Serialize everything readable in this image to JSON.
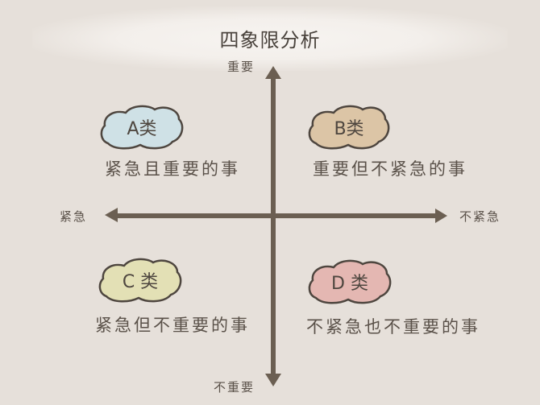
{
  "title": "四象限分析",
  "axes": {
    "top": "重要",
    "bottom": "不重要",
    "left": "紧急",
    "right": "不紧急"
  },
  "quadrants": [
    {
      "id": "A",
      "label": "A类",
      "description": "紧急且重要的事",
      "color": "#cfe1e6"
    },
    {
      "id": "B",
      "label": "B类",
      "description": "重要但不紧急的事",
      "color": "#dcc5a6"
    },
    {
      "id": "C",
      "label": "C 类",
      "description": "紧急但不重要的事",
      "color": "#e3e0b5"
    },
    {
      "id": "D",
      "label": "D 类",
      "description": "不紧急也不重要的事",
      "color": "#e4b7b2"
    }
  ],
  "colors": {
    "background": "#e6e0da",
    "axis": "#6b5f52",
    "outline": "#4e463f"
  }
}
